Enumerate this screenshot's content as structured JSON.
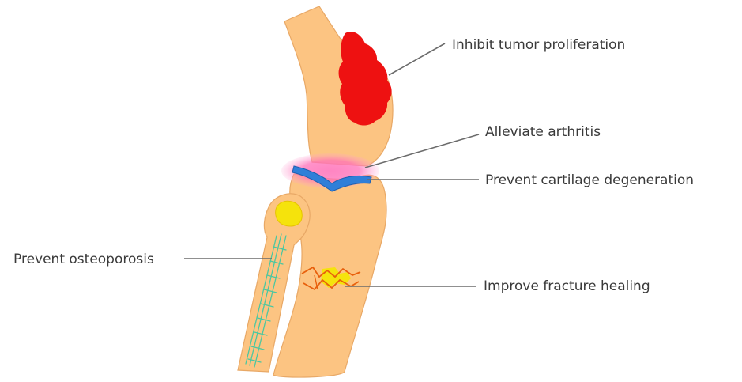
{
  "callouts": {
    "tumor": "Inhibit tumor proliferation",
    "arthritis": "Alleviate arthritis",
    "cartilage": "Prevent cartilage degeneration",
    "osteoporosis": "Prevent osteoporosis",
    "fracture": "Improve fracture healing"
  },
  "colors": {
    "bone": "#fcc482",
    "bone_outline": "#e8a866",
    "tumor": "#ee1111",
    "cartilage": "#2f7fd8",
    "inflammation": "#ff5fae",
    "patella": "#f5e30c",
    "fracture_line": "#e8600c",
    "trabecular": "#4cc7a0",
    "background": "#ffffff"
  }
}
